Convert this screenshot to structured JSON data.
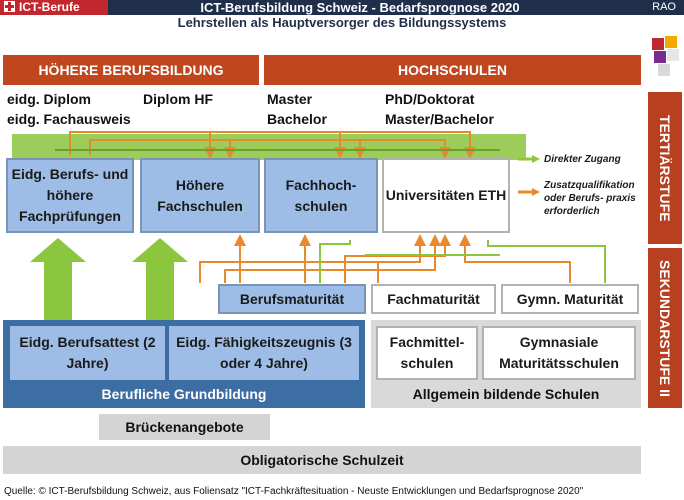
{
  "header": {
    "brand": "ICT-Berufe",
    "title": "ICT-Berufsbildung Schweiz - Bedarfsprognose 2020",
    "corner": "RAO",
    "subtitle": "Lehrstellen als Hauptversorger des Bildungssystems"
  },
  "tertiary": {
    "hb_header": "HÖHERE BERUFSBILDUNG",
    "hs_header": "HOCHSCHULEN",
    "degrees_hb_col1": [
      "eidg. Diplom",
      "eidg. Fachausweis"
    ],
    "degrees_hb_col2": [
      "Diplom HF"
    ],
    "degrees_hs_col1": [
      "Master",
      "Bachelor"
    ],
    "degrees_hs_col2": [
      "PhD/Doktorat",
      "Master/Bachelor"
    ],
    "institutions": [
      {
        "label": "Eidg. Berufs- und höhere Fachprüfungen"
      },
      {
        "label": "Höhere Fachschulen"
      },
      {
        "label": "Fachhoch- schulen"
      },
      {
        "label": "Universitäten ETH"
      }
    ]
  },
  "legend": {
    "direct": "Direkter Zugang",
    "extra": "Zusatzqualifikation oder Berufs- praxis erforderlich",
    "direct_color": "#8cc63f",
    "extra_color": "#e8892b"
  },
  "side_labels": {
    "tertiary": "TERTIÄRSTUFE",
    "secondary": "SEKUNDARSTUFE II"
  },
  "secondary": {
    "berufsmaturitaet": "Berufsmaturität",
    "fachmaturitaet": "Fachmaturität",
    "gymn_maturitaet": "Gymn. Maturität",
    "berufsattest": "Eidg. Berufsattest (2 Jahre)",
    "efz": "Eidg. Fähigkeitszeugnis (3 oder 4 Jahre)",
    "grundbildung": "Berufliche Grundbildung",
    "fachmittelschulen": "Fachmittel- schulen",
    "maturitaetsschulen": "Gymnasiale Maturitätsschulen",
    "allgemein": "Allgemein bildende Schulen"
  },
  "lower": {
    "bruecken": "Brückenangebote",
    "obligatorisch": "Obligatorische Schulzeit"
  },
  "footer": "Quelle: © ICT-Berufsbildung Schweiz, aus Foliensatz \"ICT-Fachkräftesituation - Neuste Entwicklungen und Bedarfsprognose 2020\""
}
